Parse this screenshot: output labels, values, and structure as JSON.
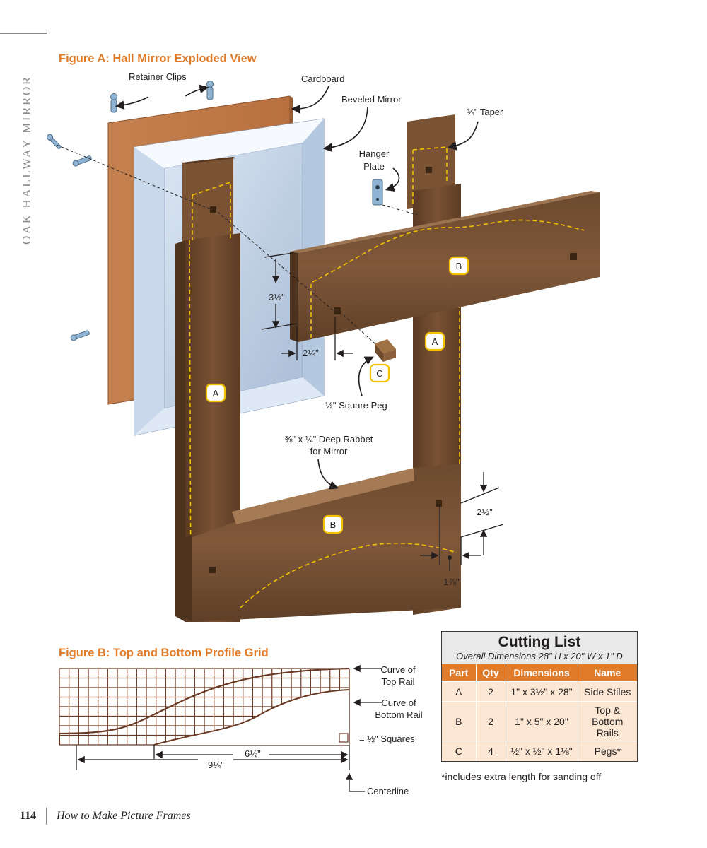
{
  "side_header": "OAK HALLWAY MIRROR",
  "figure_a": {
    "title": "Figure A: Hall Mirror Exploded View",
    "labels": {
      "retainer_clips": "Retainer Clips",
      "cardboard": "Cardboard",
      "beveled_mirror": "Beveled Mirror",
      "taper": "¾\" Taper",
      "hanger_plate_line1": "Hanger",
      "hanger_plate_line2": "Plate",
      "dim_3_5": "3½\"",
      "dim_2_25": "2¼\"",
      "square_peg": "½\" Square Peg",
      "rabbet_line1": "⅜\" x ¼\" Deep Rabbet",
      "rabbet_line2": "for Mirror",
      "dim_2_5": "2½\"",
      "dim_1_875": "1⅞\""
    },
    "part_tags": [
      "A",
      "A",
      "B",
      "B",
      "C"
    ]
  },
  "figure_b": {
    "title": "Figure B: Top and Bottom Profile Grid",
    "labels": {
      "curve_top_line1": "Curve of",
      "curve_top_line2": "Top Rail",
      "curve_bottom_line1": "Curve of",
      "curve_bottom_line2": "Bottom Rail",
      "squares": "= ½\" Squares",
      "dim_6_5": "6½\"",
      "dim_9_25": "9¼\"",
      "centerline": "Centerline"
    }
  },
  "cutting_list": {
    "title": "Cutting List",
    "subtitle": "Overall Dimensions  28\" H x 20\" W x 1\" D",
    "headers": [
      "Part",
      "Qty",
      "Dimensions",
      "Name"
    ],
    "rows": [
      [
        "A",
        "2",
        "1\" x 3½\" x 28\"",
        "Side Stiles"
      ],
      [
        "B",
        "2",
        "1\" x 5\" x 20\"",
        "Top & Bottom Rails"
      ],
      [
        "C",
        "4",
        "½\" x ½\" x 1⅛\"",
        "Pegs*"
      ]
    ],
    "note": "*includes extra length for sanding off"
  },
  "footer": {
    "page_number": "114",
    "book_title": "How to Make Picture Frames"
  },
  "colors": {
    "accent_orange": "#e07b2a",
    "table_fill": "#fbe7d3",
    "wood": "#6e4a2c",
    "grid_brown": "#6b3a25",
    "tag_yellow": "#f2c200"
  }
}
